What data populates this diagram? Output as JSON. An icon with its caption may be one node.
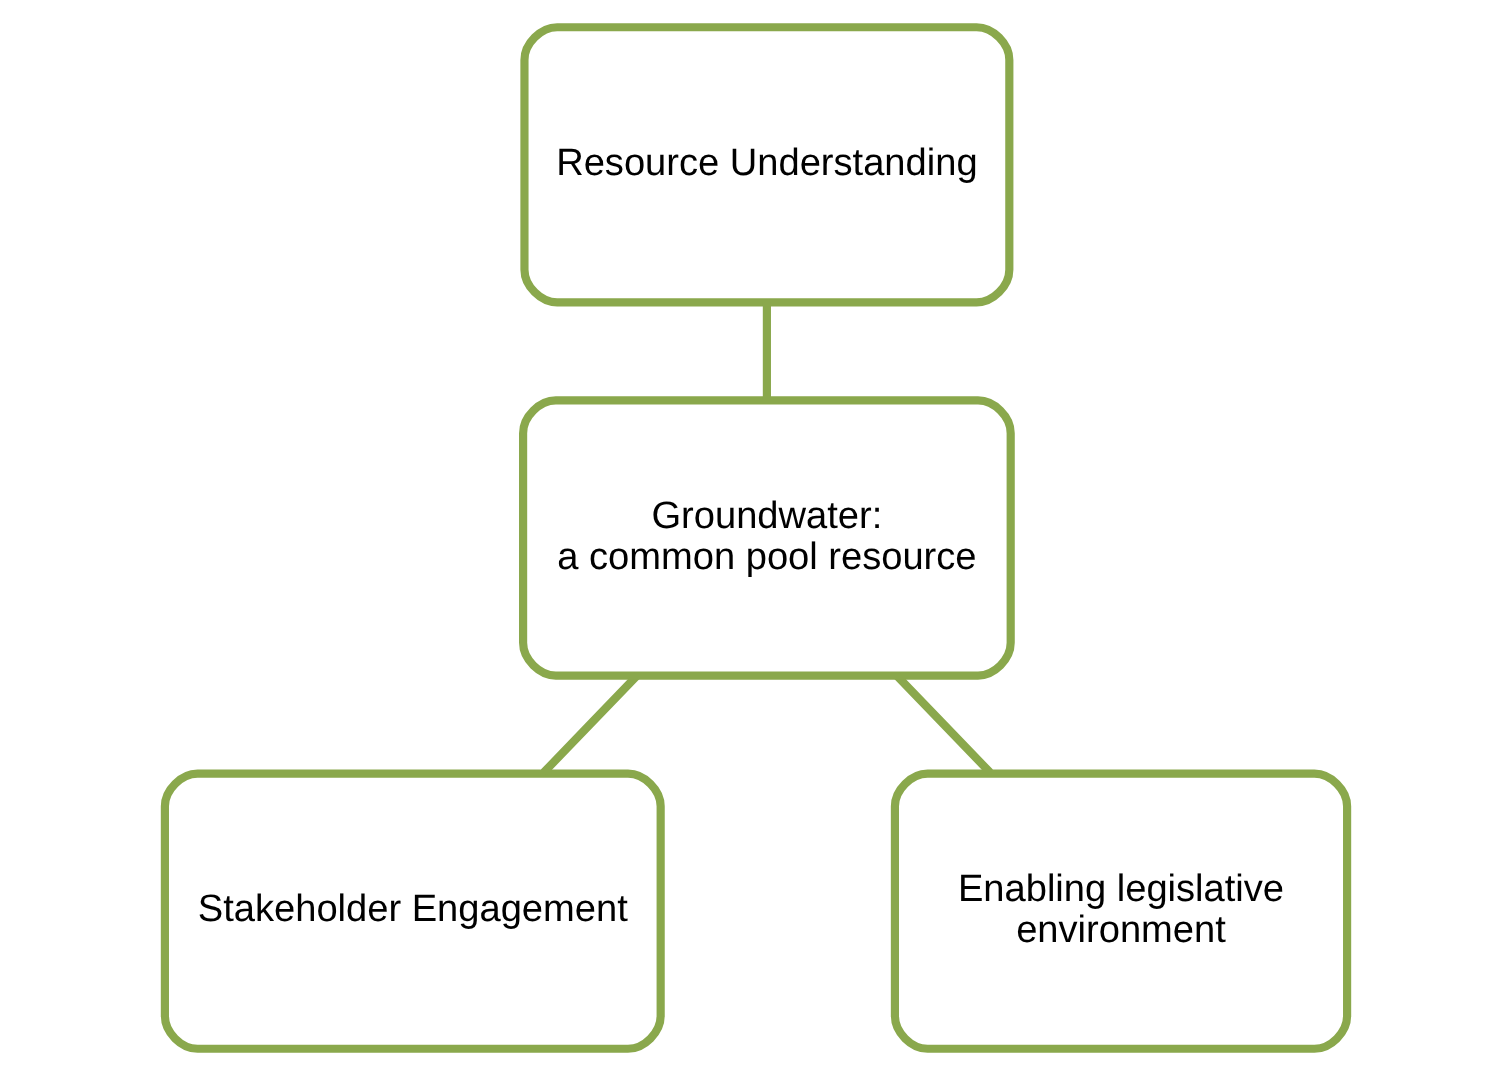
{
  "diagram": {
    "nodes": [
      {
        "text": [
          "Resource Understanding"
        ]
      },
      {
        "text": [
          "Groundwater:",
          "a common pool resource"
        ]
      },
      {
        "text": [
          "Stakeholder Engagement"
        ]
      },
      {
        "text": [
          "Enabling legislative environment"
        ]
      }
    ],
    "edges": [
      {
        "from": 0,
        "to": 1,
        "arrow": "none"
      },
      {
        "from": 1,
        "to": 2,
        "arrow": "none"
      },
      {
        "from": 1,
        "to": 3,
        "arrow": "none"
      }
    ]
  }
}
